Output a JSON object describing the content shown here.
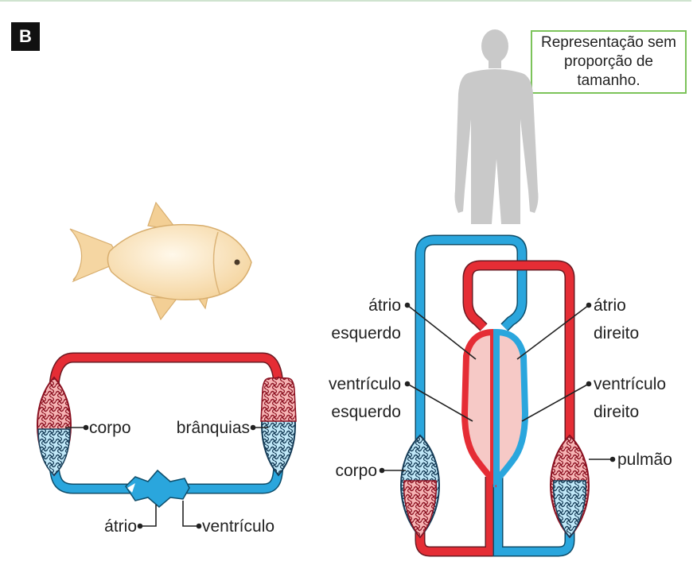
{
  "panel_label": "B",
  "note": {
    "line1": "Representação sem",
    "line2": "proporção de tamanho."
  },
  "fish_labels": {
    "body": "corpo",
    "gills": "brânquias",
    "atrium": "átrio",
    "ventricle": "ventrículo"
  },
  "human_labels": {
    "left_atrium_1": "átrio",
    "left_atrium_2": "esquerdo",
    "right_atrium_1": "átrio",
    "right_atrium_2": "direito",
    "left_ventricle_1": "ventrículo",
    "left_ventricle_2": "esquerdo",
    "right_ventricle_1": "ventrículo",
    "right_ventricle_2": "direito",
    "body": "corpo",
    "lung": "pulmão"
  },
  "colors": {
    "oxygenated": "#e52d35",
    "deoxygenated": "#2aa6dd",
    "heart_fill": "#f6c9c6",
    "silhouette": "#c9c9c9",
    "fish": "#f8ddb0"
  }
}
